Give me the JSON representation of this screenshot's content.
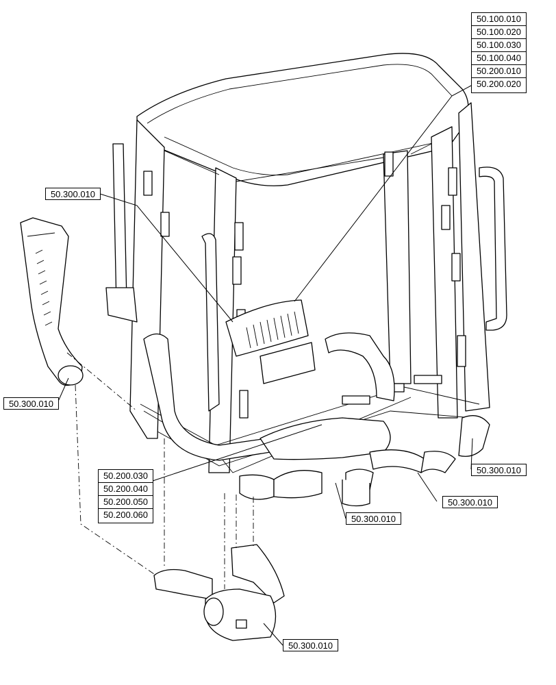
{
  "callouts": {
    "top_right_group": [
      "50.100.010",
      "50.100.020",
      "50.100.030",
      "50.100.040",
      "50.200.010",
      "50.200.020"
    ],
    "left_upper": "50.300.010",
    "left_lower": "50.300.010",
    "bottom_left_group": [
      "50.200.030",
      "50.200.040",
      "50.200.050",
      "50.200.060"
    ],
    "bottom_center": "50.300.010",
    "bottom_right_a": "50.300.010",
    "right_lower": "50.300.010",
    "bottom": "50.300.010"
  }
}
